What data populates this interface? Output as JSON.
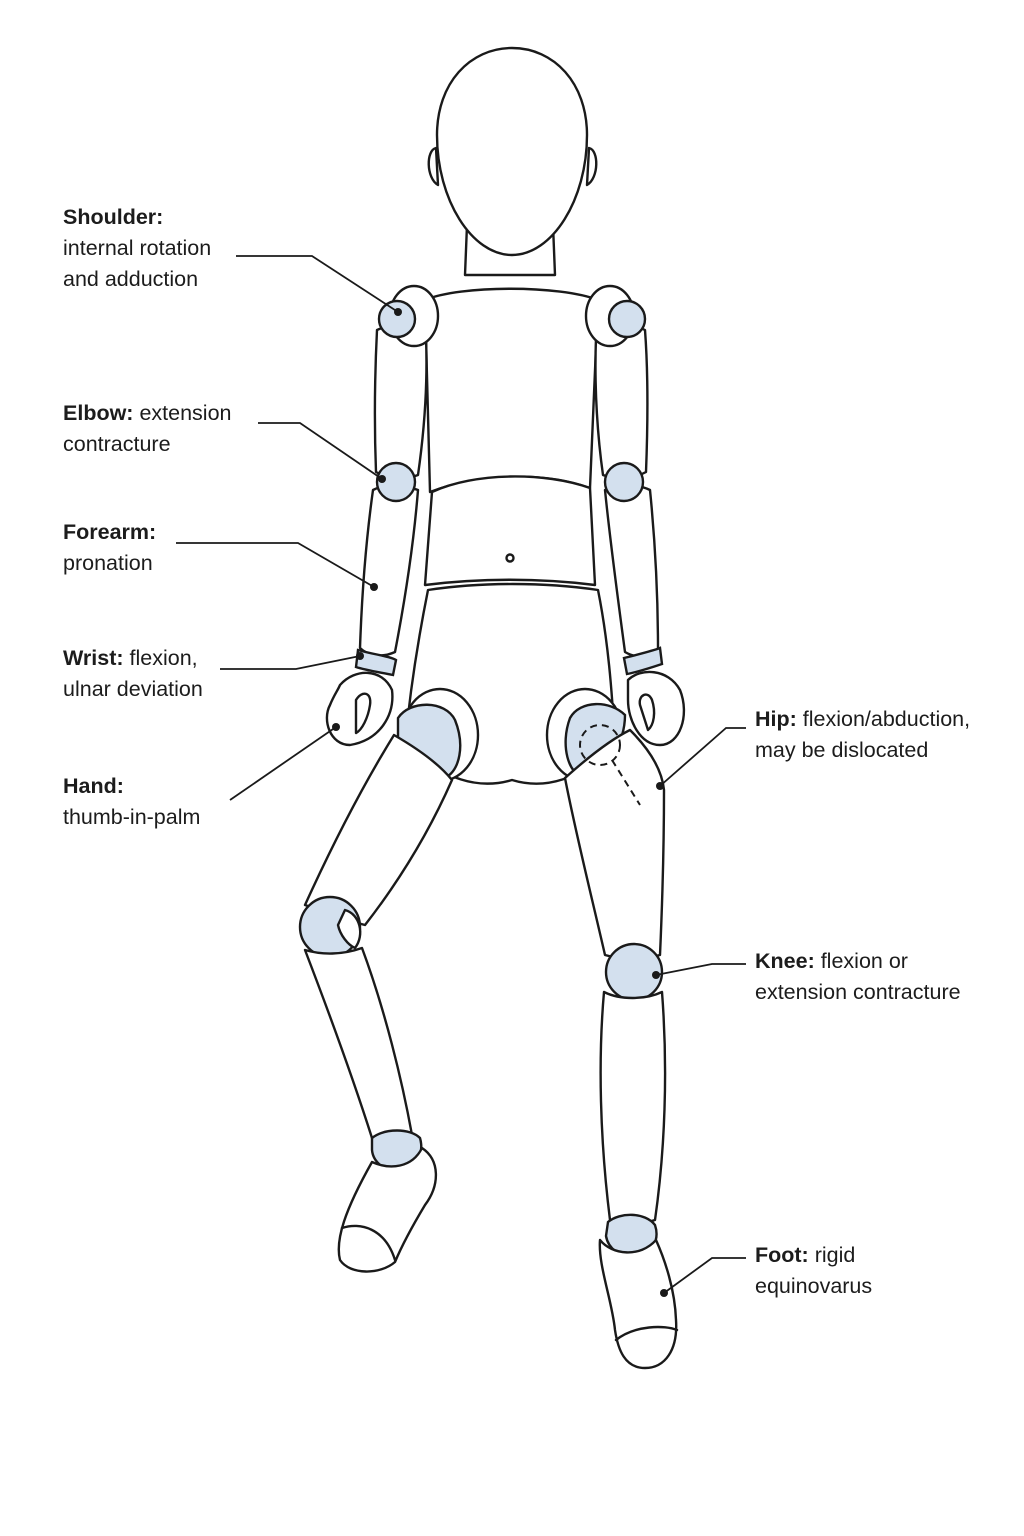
{
  "labels": {
    "shoulder": {
      "term": "Shoulder:",
      "line1": "",
      "line2": "internal rotation",
      "line3": "and adduction"
    },
    "elbow": {
      "term": "Elbow:",
      "line1": " extension",
      "line2": "contracture"
    },
    "forearm": {
      "term": "Forearm:",
      "line1": "",
      "line2": "pronation"
    },
    "wrist": {
      "term": "Wrist:",
      "line1": " flexion,",
      "line2": "ulnar deviation"
    },
    "hand": {
      "term": "Hand:",
      "line1": "",
      "line2": "thumb-in-palm"
    },
    "hip": {
      "term": "Hip:",
      "line1": " flexion/abduction,",
      "line2": "may be dislocated"
    },
    "knee": {
      "term": "Knee:",
      "line1": " flexion or",
      "line2": "extension contracture"
    },
    "foot": {
      "term": "Foot:",
      "line1": " rigid",
      "line2": "equinovarus"
    }
  },
  "colors": {
    "joint_fill": "#d3e0ee",
    "outline": "#1a1a1a",
    "background": "#ffffff"
  }
}
